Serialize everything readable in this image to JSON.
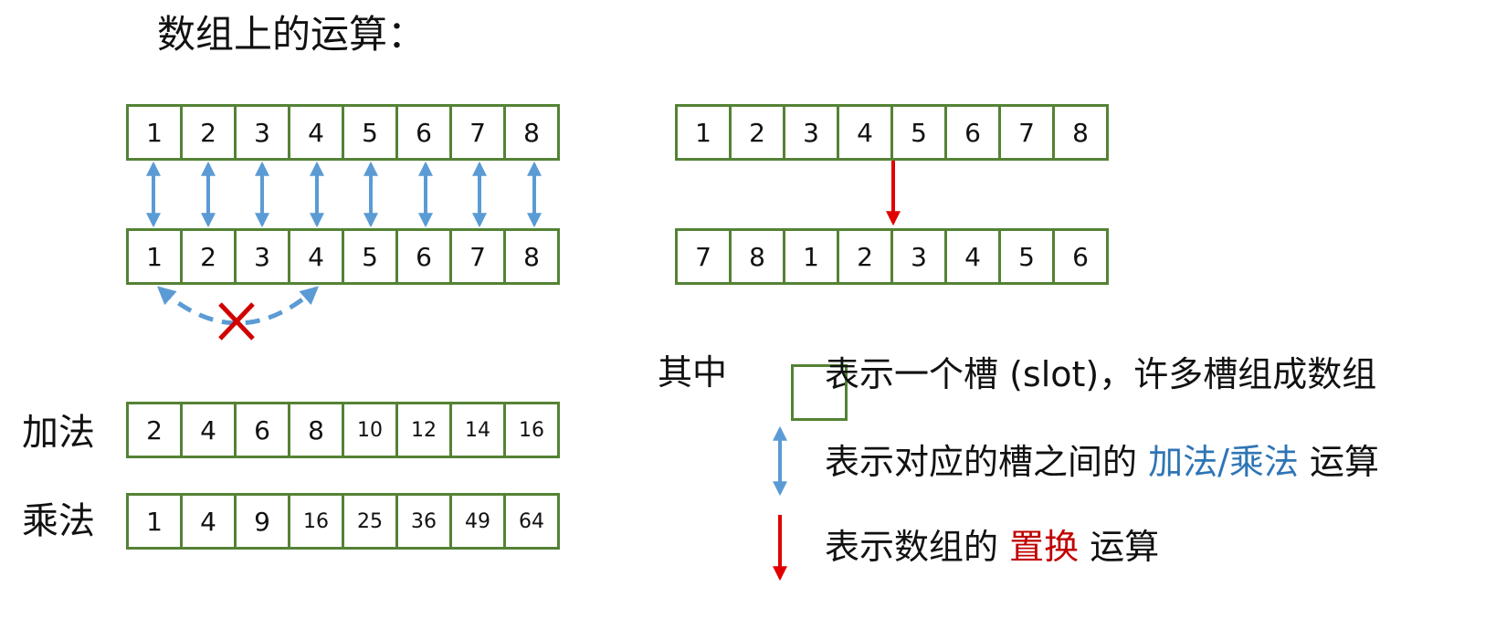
{
  "title": "数组上的运算：",
  "left_top_row": [
    "1",
    "2",
    "3",
    "4",
    "5",
    "6",
    "7",
    "8"
  ],
  "left_bottom_row": [
    "1",
    "2",
    "3",
    "4",
    "5",
    "6",
    "7",
    "8"
  ],
  "right_top_row": [
    "1",
    "2",
    "3",
    "4",
    "5",
    "6",
    "7",
    "8"
  ],
  "right_bottom_row": [
    "7",
    "8",
    "1",
    "2",
    "3",
    "4",
    "5",
    "6"
  ],
  "addition": {
    "label": "加法",
    "values": [
      "2",
      "4",
      "6",
      "8",
      "10",
      "12",
      "14",
      "16"
    ]
  },
  "multiplication": {
    "label": "乘法",
    "values": [
      "1",
      "4",
      "9",
      "16",
      "25",
      "36",
      "49",
      "64"
    ]
  },
  "legend": {
    "slot_prefix": "其中",
    "slot_text": "表示一个槽 (slot)，许多槽组成数组",
    "arrow_text_a": "表示对应的槽之间的 ",
    "arrow_text_hl": "加法/乘法",
    "arrow_text_b": " 运算",
    "perm_text_a": "表示数组的 ",
    "perm_text_hl": "置换",
    "perm_text_b": " 运算"
  },
  "colors": {
    "slot_border": "#548235",
    "blue_arrow": "#5b9bd5",
    "blue_text": "#2e75b6",
    "red": "#e00000",
    "red_text": "#c00000"
  },
  "icons": {
    "cross": "x-mark-icon",
    "double_arrow": "double-arrow-icon",
    "down_arrow": "down-arrow-icon"
  }
}
